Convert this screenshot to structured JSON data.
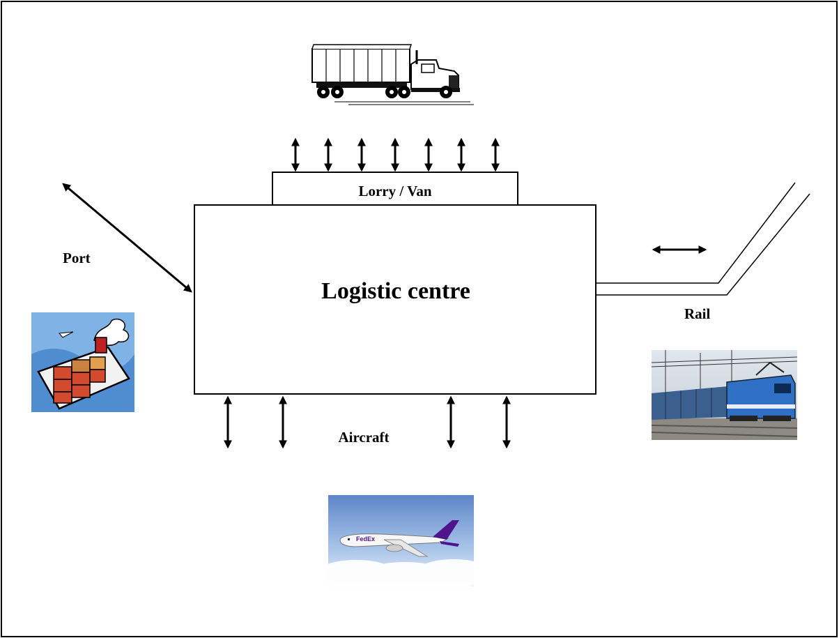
{
  "labels": {
    "lorry": "Lorry / Van",
    "centre": "Logistic centre",
    "port": "Port",
    "rail": "Rail",
    "aircraft": "Aircraft"
  },
  "images": {
    "truck": "truck-icon",
    "ship": "cargo-ship-icon",
    "train": "freight-train-icon",
    "plane": "cargo-plane-icon"
  },
  "plane_logo": "FedEx",
  "colors": {
    "line": "#000000",
    "train_blue": "#2f6fc4",
    "ship_red": "#d24b2e",
    "plane_purple": "#4d148c",
    "plane_orange": "#ff6200",
    "sky": "#6f9ad6"
  }
}
